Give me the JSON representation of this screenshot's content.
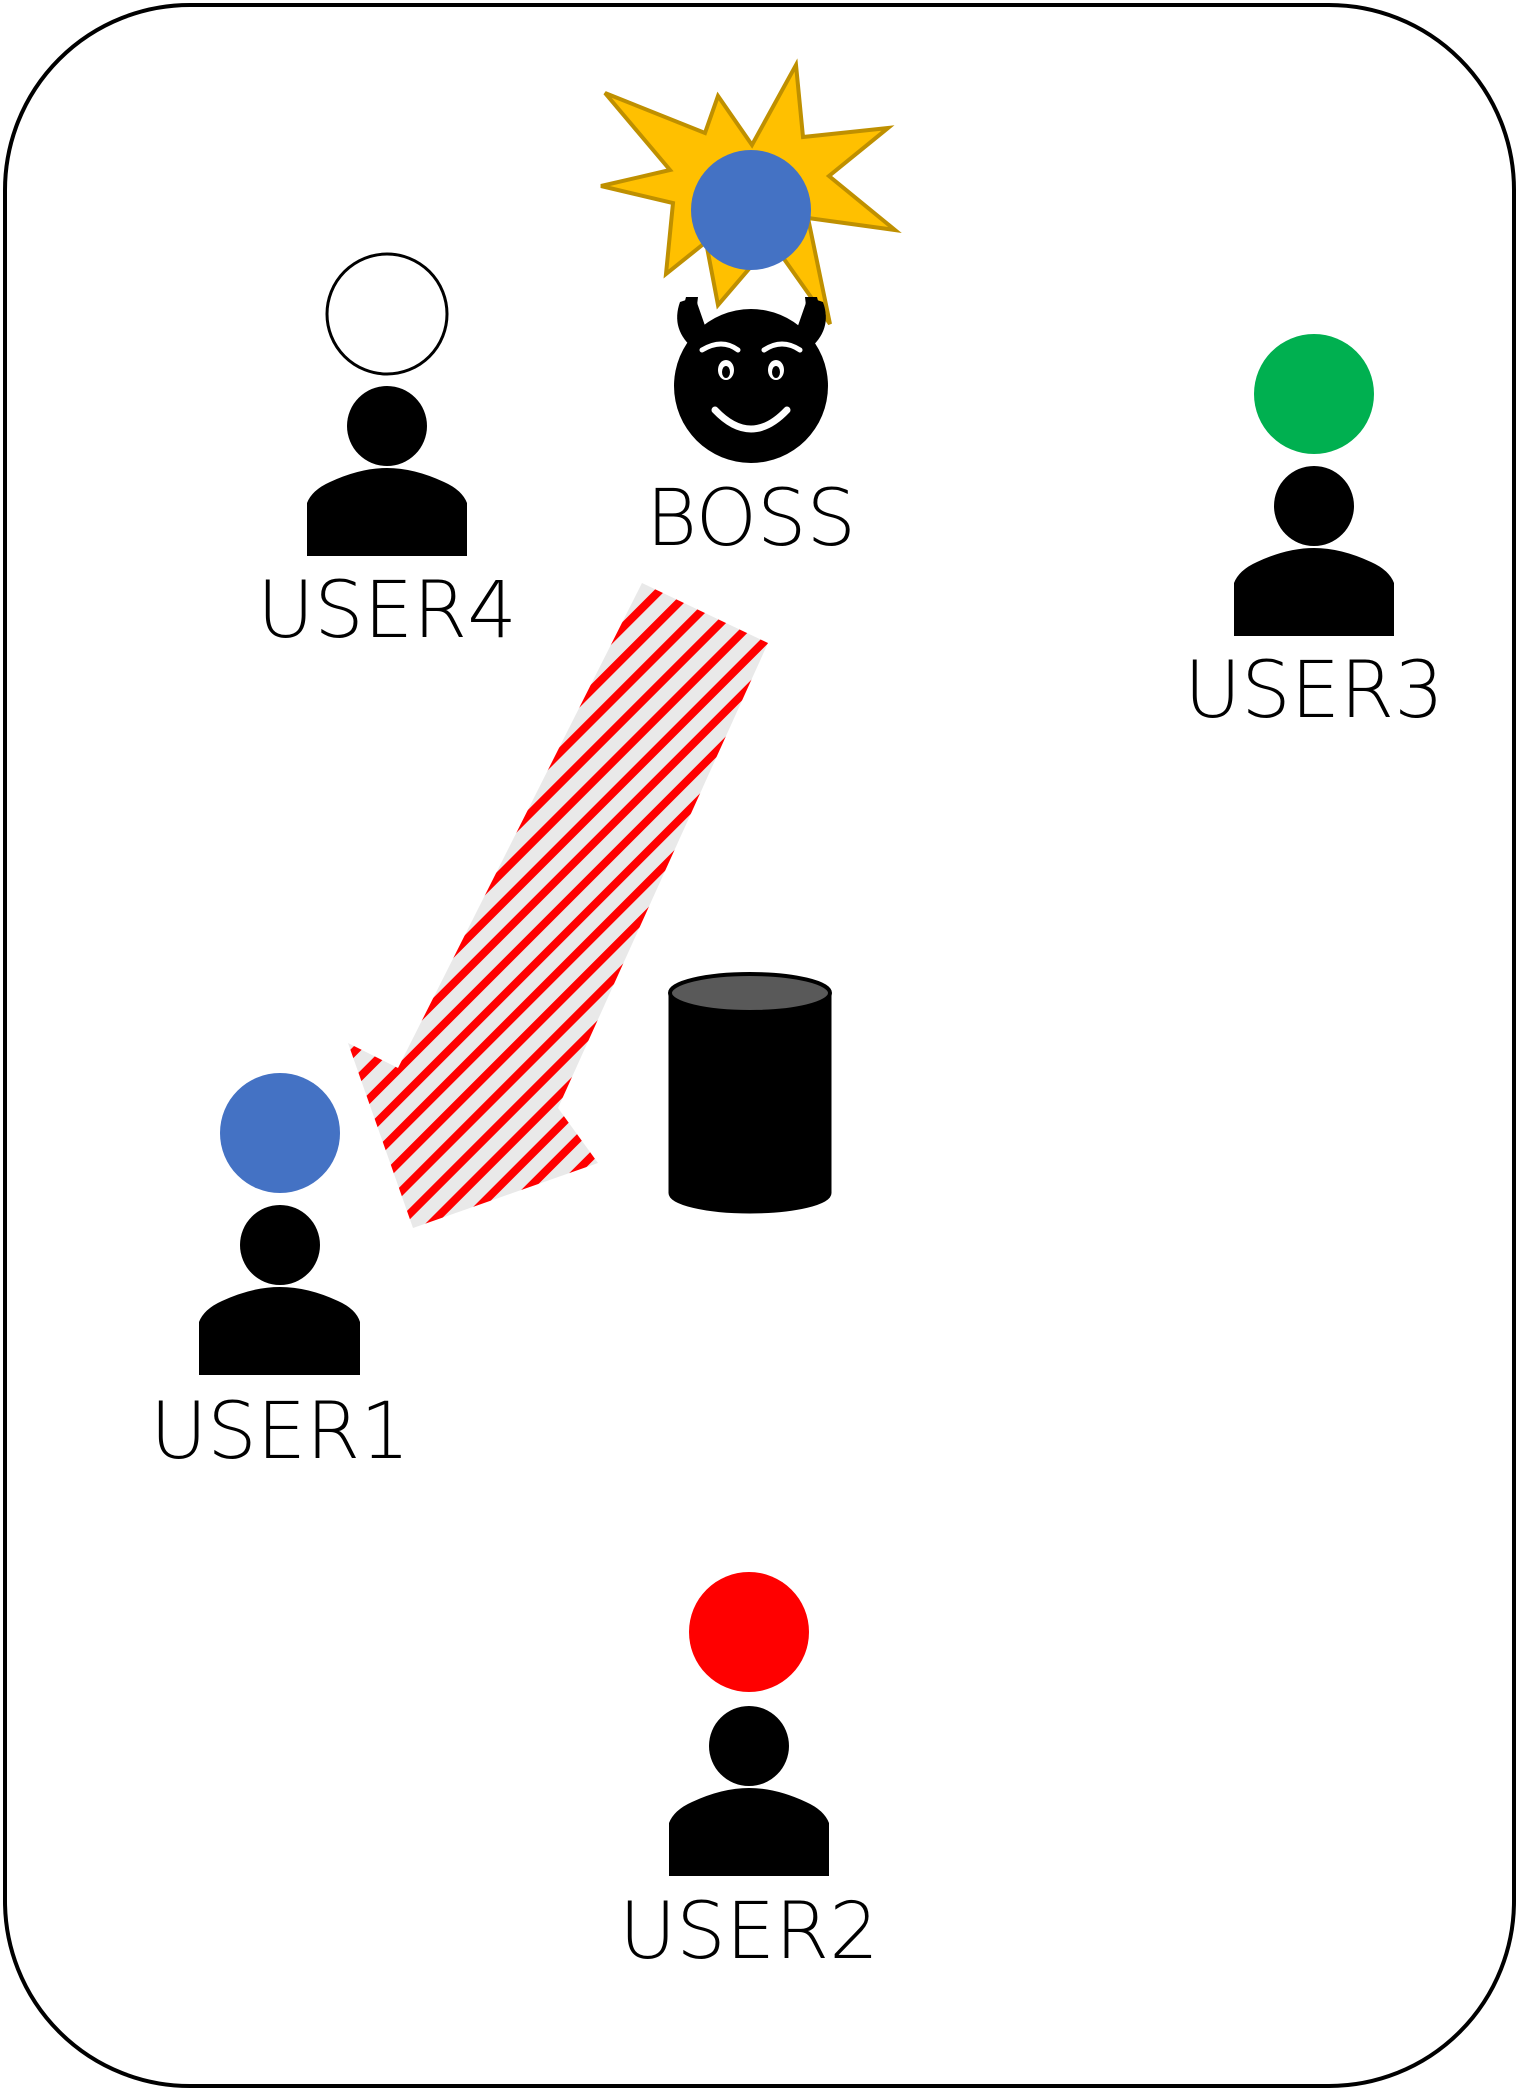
{
  "actors": {
    "boss": {
      "label": "BOSS",
      "token_color": "#4472C4",
      "burst_color": "#FFC000",
      "burst_stroke": "#BF9000",
      "icon": "devil-face-icon"
    },
    "user1": {
      "label": "USER1",
      "token_color": "#4472C4",
      "icon": "person-icon"
    },
    "user2": {
      "label": "USER2",
      "token_color": "#FF0000",
      "icon": "person-icon"
    },
    "user3": {
      "label": "USER3",
      "token_color": "#00B050",
      "icon": "person-icon"
    },
    "user4": {
      "label": "USER4",
      "token_color": "#FFFFFF",
      "icon": "person-icon"
    }
  },
  "arrow": {
    "from": "boss",
    "to": "user1",
    "pattern": "red-white-diagonal-stripes",
    "stripe_color": "#FF0000"
  },
  "database": {
    "icon": "cylinder-database-icon",
    "body_color": "#000000",
    "top_color": "#595959"
  },
  "frame": {
    "stroke_color": "#000000"
  }
}
